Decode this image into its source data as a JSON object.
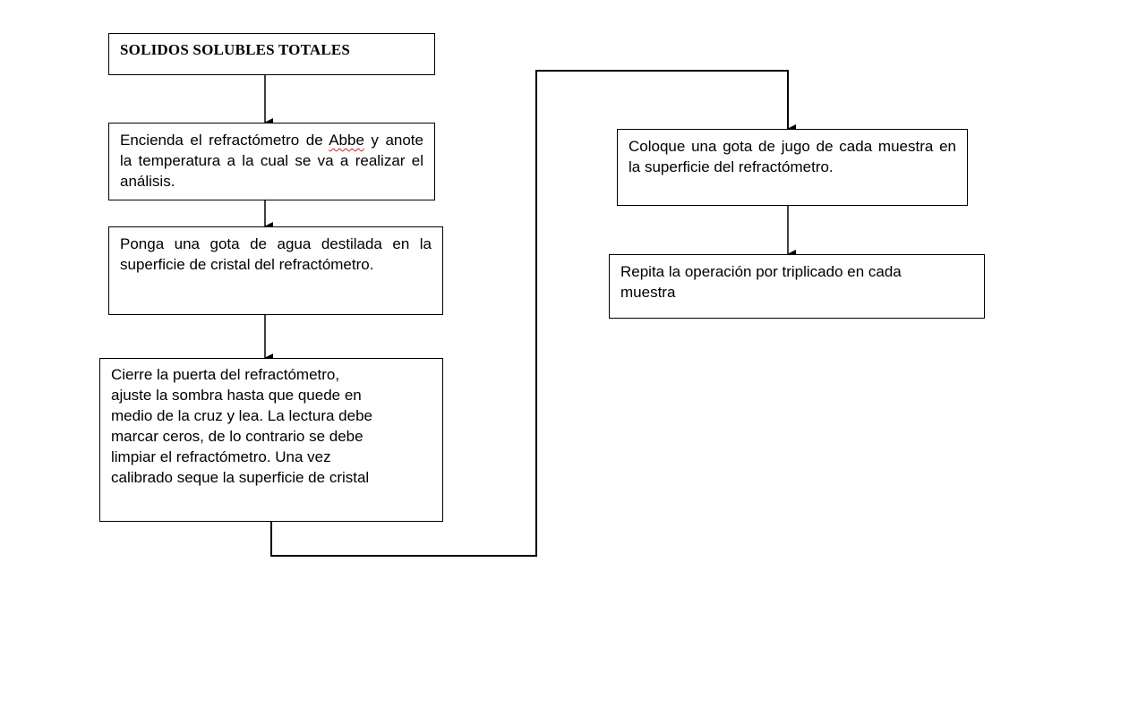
{
  "flowchart": {
    "title": "SOLIDOS SOLUBLES TOTALES",
    "step1": {
      "before": "Encienda el refractómetro de ",
      "flagged_word": "Abbe",
      "after": " y anote la temperatura a la cual se va a realizar el análisis."
    },
    "step2": "Ponga una gota de agua destilada en la superficie de cristal del refractómetro.",
    "step3_lines": [
      "Cierre la puerta del refractómetro,",
      "ajuste la sombra hasta que quede en",
      "medio de la cruz y lea.  La lectura debe",
      "marcar ceros, de lo contrario se debe",
      "limpiar el refractómetro.  Una vez",
      "calibrado seque la superficie de cristal"
    ],
    "step4": "Coloque una gota de jugo de cada muestra en la superficie del refractómetro.",
    "step5_lines": [
      "Repita la operación por triplicado en cada",
      "muestra"
    ]
  },
  "colors": {
    "line": "#000000",
    "border": "#000000",
    "spell_underline": "#d02020"
  }
}
